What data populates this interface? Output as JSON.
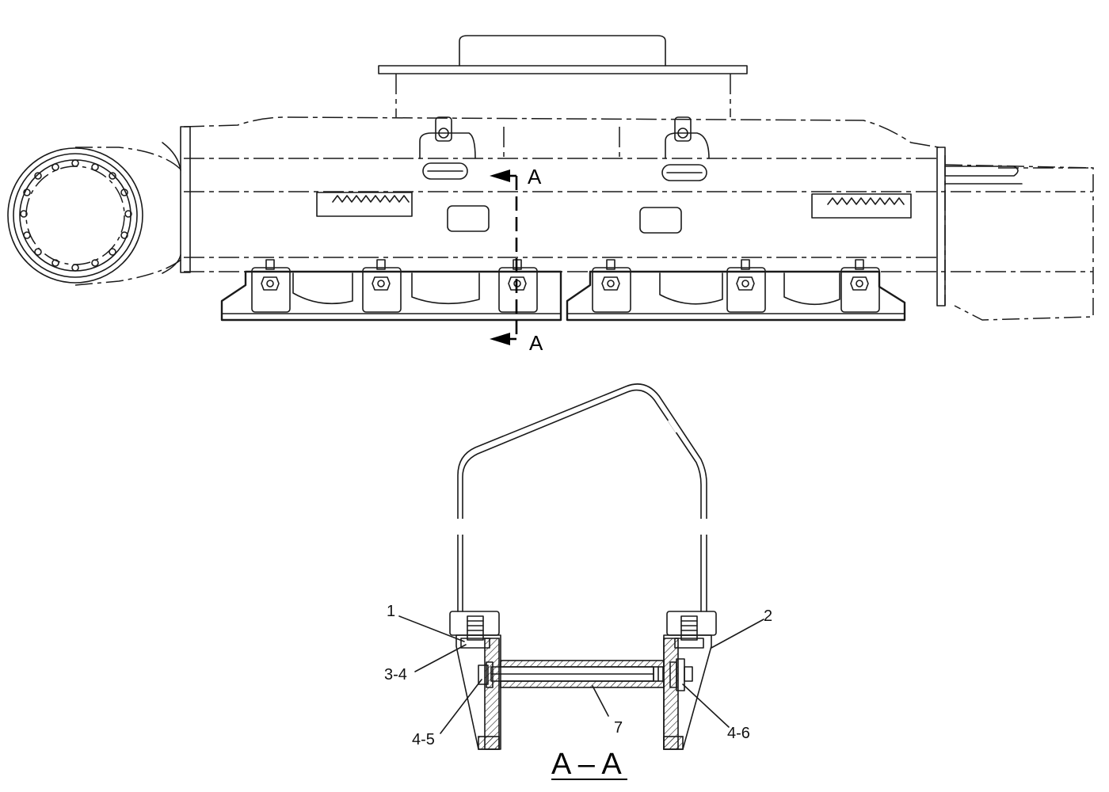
{
  "section_marker": "A",
  "section_title": "A – A",
  "callouts": {
    "c1": "1",
    "c2": "2",
    "c3": "3-4",
    "c4": "4-5",
    "c5": "4-6",
    "c6": "7"
  }
}
